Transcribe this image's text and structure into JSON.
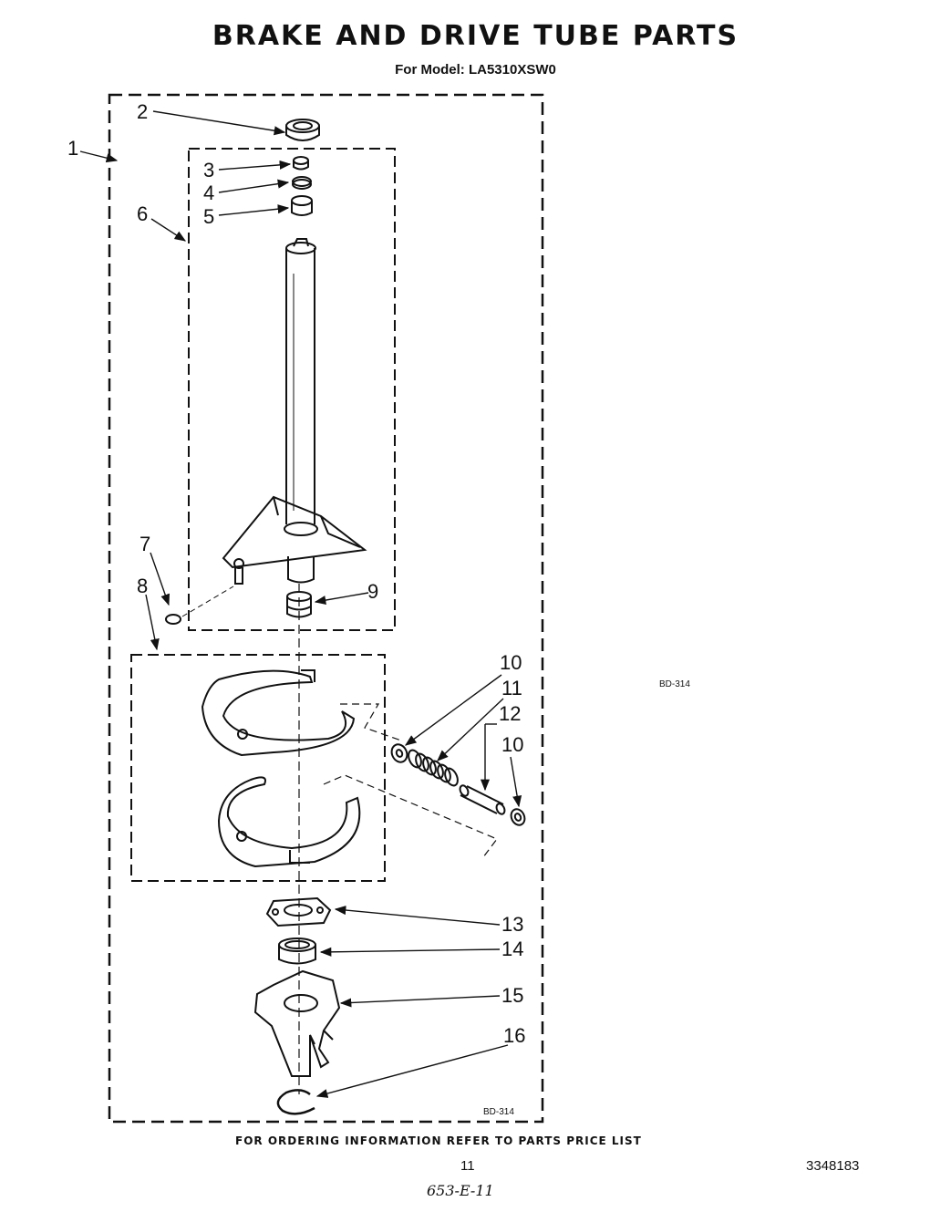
{
  "header": {
    "title": "BRAKE AND DRIVE TUBE PARTS",
    "subtitle": "For Model: LA5310XSW0"
  },
  "diagram": {
    "callouts": [
      {
        "id": "c1",
        "text": "1"
      },
      {
        "id": "c2",
        "text": "2"
      },
      {
        "id": "c3",
        "text": "3"
      },
      {
        "id": "c4",
        "text": "4"
      },
      {
        "id": "c5",
        "text": "5"
      },
      {
        "id": "c6",
        "text": "6"
      },
      {
        "id": "c7",
        "text": "7"
      },
      {
        "id": "c8",
        "text": "8"
      },
      {
        "id": "c9",
        "text": "9"
      },
      {
        "id": "c10a",
        "text": "10"
      },
      {
        "id": "c11",
        "text": "11"
      },
      {
        "id": "c12",
        "text": "12"
      },
      {
        "id": "c10b",
        "text": "10"
      },
      {
        "id": "c13",
        "text": "13"
      },
      {
        "id": "c14",
        "text": "14"
      },
      {
        "id": "c15",
        "text": "15"
      },
      {
        "id": "c16",
        "text": "16"
      }
    ],
    "inner_code": "BD-314",
    "side_code": "BD-314"
  },
  "footer": {
    "ordering_note": "FOR ORDERING INFORMATION REFER TO PARTS PRICE LIST",
    "page_number": "11",
    "document_number": "3348183",
    "handwritten_note": "653-E-11"
  }
}
